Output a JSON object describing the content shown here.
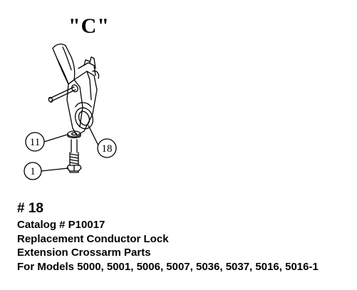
{
  "figure_label": "\"C\"",
  "callouts": [
    {
      "id": "washer",
      "number": "11"
    },
    {
      "id": "bolt",
      "number": "1"
    },
    {
      "id": "conductor-lock",
      "number": "18"
    }
  ],
  "part_info": {
    "part_number": "# 18",
    "catalog": "Catalog # P10017",
    "description": "Replacement Conductor Lock",
    "category": "Extension Crossarm Parts",
    "models": "For Models 5000, 5001, 5006, 5007, 5036, 5037, 5016, 5016-1"
  }
}
